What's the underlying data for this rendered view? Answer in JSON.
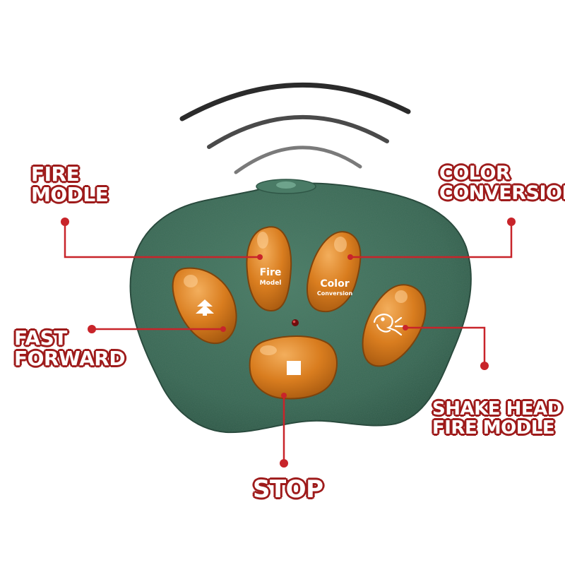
{
  "colors": {
    "body": "#3f6f5b",
    "button": "#d47a1c",
    "callout": "#c8242a",
    "callout_outline": "#9e1b1b",
    "signal": "#2b2b2b"
  },
  "buttons": {
    "fire": {
      "title": "Fire",
      "subtitle": "Model"
    },
    "color": {
      "title": "Color",
      "subtitle": "Conversion"
    },
    "fast_forward": {
      "icon": "double-chevron-up-icon"
    },
    "shake_head": {
      "icon": "dragon-head-icon"
    },
    "stop": {
      "icon": "square-icon"
    }
  },
  "callouts": {
    "fire_modle": {
      "line1": "FIRE",
      "line2": "MODLE"
    },
    "color_conversion": {
      "line1": "COLOR",
      "line2": "CONVERSION"
    },
    "fast_forward": {
      "line1": "FAST",
      "line2": "FORWARD"
    },
    "shake_head": {
      "line1": "SHAKE HEAD",
      "line2": "FIRE MODLE"
    },
    "stop": {
      "line1": "STOP"
    }
  },
  "signal_icon": "wireless-signal-icon",
  "indicator": "led-indicator"
}
